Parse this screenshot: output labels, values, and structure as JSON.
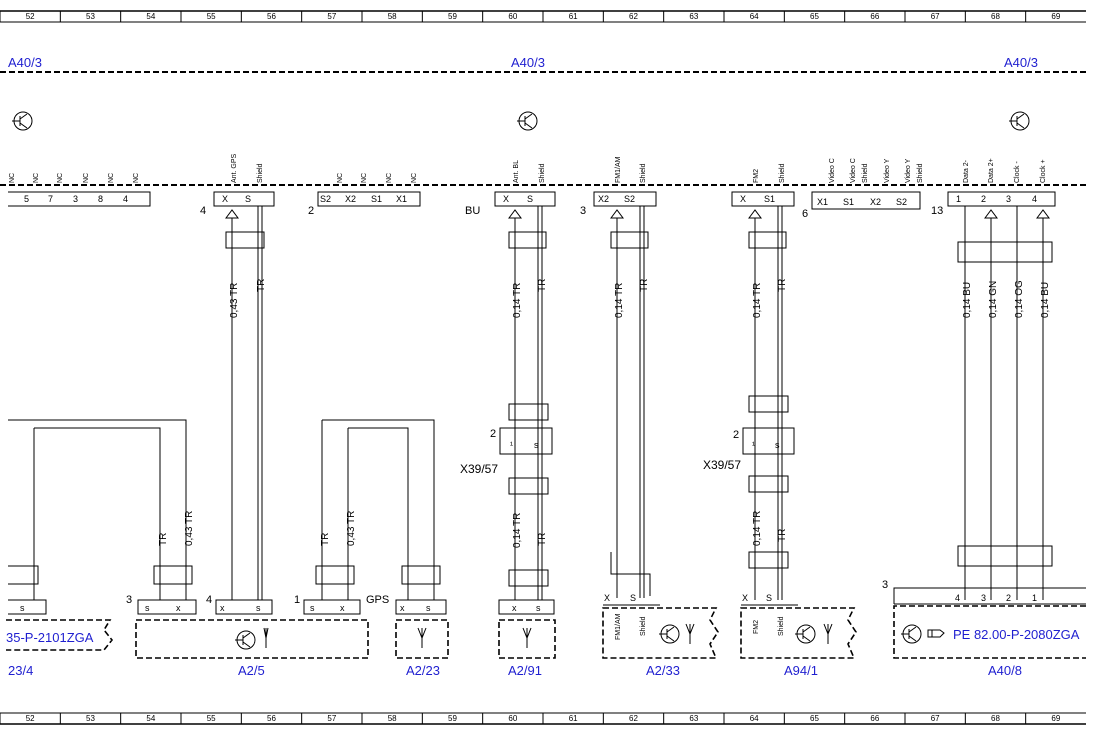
{
  "grid": {
    "columns": [
      "52",
      "53",
      "54",
      "55",
      "56",
      "57",
      "58",
      "59",
      "60",
      "61",
      "62",
      "63",
      "64",
      "65",
      "66",
      "67",
      "68",
      "69"
    ]
  },
  "headers": {
    "left": "A40/3",
    "center": "A40/3",
    "right": "A40/3"
  },
  "connector_pins": {
    "nc_group": [
      "NC",
      "NC",
      "NC",
      "NC",
      "NC",
      "NC"
    ],
    "nc_numbers": [
      "5",
      "7",
      "3",
      "8",
      "4"
    ],
    "gps": {
      "labels": [
        "Ant. GPS",
        "Shield"
      ],
      "pins": [
        "X",
        "S"
      ],
      "count": "4"
    },
    "s2group": {
      "labels": [
        "NC",
        "NC",
        "NC",
        "NC"
      ],
      "pins": [
        "S2",
        "X2",
        "S1",
        "X1"
      ],
      "count": "2"
    },
    "bl": {
      "labels": [
        "Ant. BL",
        "Shield"
      ],
      "pins": [
        "X",
        "S"
      ],
      "count": "BU"
    },
    "fm1": {
      "labels": [
        "FM1/AM",
        "Shield"
      ],
      "pins": [
        "X2",
        "S2"
      ],
      "count": "3"
    },
    "fm2": {
      "labels": [
        "FM2",
        "Shield"
      ],
      "pins": [
        "X",
        "S1"
      ]
    },
    "video": {
      "labels": [
        "Video C",
        "Video C",
        "Shield",
        "Video Y",
        "Video Y",
        "Shield"
      ],
      "pins": [
        "X1",
        "S1",
        "X2",
        "S2"
      ],
      "count": "6"
    },
    "data": {
      "labels": [
        "Data 2-",
        "Data 2+",
        "Clock -",
        "Clock +"
      ],
      "pins": [
        "1",
        "2",
        "3",
        "4"
      ],
      "count": "13"
    }
  },
  "wires": {
    "gps": [
      "0,43 TR",
      "TR"
    ],
    "bl": [
      "0,14 TR",
      "TR"
    ],
    "fm1": [
      "0,14 TR",
      "TR"
    ],
    "fm2": [
      "0,14 TR",
      "TR"
    ],
    "data": [
      "0,14 BU",
      "0,14 GN",
      "0,14 OG",
      "0,14 BU"
    ],
    "lower_left": [
      "TR",
      "0,43 TR"
    ],
    "lower_mid": [
      "TR",
      "0,43 TR"
    ],
    "lower_bl": [
      "0,14 TR",
      "TR"
    ],
    "lower_fm2": [
      "0,14 TR",
      "TR"
    ]
  },
  "connectors": {
    "x39_left": {
      "name": "X39/57",
      "pin": "2",
      "pins": [
        "¹",
        "s"
      ]
    },
    "x39_right": {
      "name": "X39/57",
      "pin": "2",
      "pins": [
        "¹",
        "s"
      ]
    }
  },
  "components": {
    "a23": {
      "id": "23/4",
      "ref": "35-P-2101ZGA",
      "pins": [
        "s"
      ]
    },
    "a25": {
      "id": "A2/5",
      "pins": [
        "s",
        "x",
        "x",
        "s"
      ],
      "count_left": "3",
      "count_right": "4"
    },
    "a223": {
      "id": "A2/23",
      "pins": [
        "s",
        "x",
        "x",
        "s"
      ],
      "count": "1",
      "gps": "GPS"
    },
    "a291": {
      "id": "A2/91",
      "pins": [
        "x",
        "s"
      ]
    },
    "a233": {
      "id": "A2/33",
      "pins": [
        "X",
        "S"
      ],
      "labels": [
        "FM1/AM",
        "Shield"
      ]
    },
    "a941": {
      "id": "A94/1",
      "pins": [
        "X",
        "S"
      ],
      "labels": [
        "FM2",
        "Shield"
      ]
    },
    "a408": {
      "id": "A40/8",
      "ref": "PE 82.00-P-2080ZGA",
      "pins": [
        "4",
        "3",
        "2",
        "1"
      ],
      "count": "3"
    }
  },
  "icons": [
    "transistor-icon",
    "antenna-icon",
    "hand-pointer-icon"
  ],
  "colors": {
    "link_blue": "#1f1fd0",
    "line": "#000000"
  }
}
